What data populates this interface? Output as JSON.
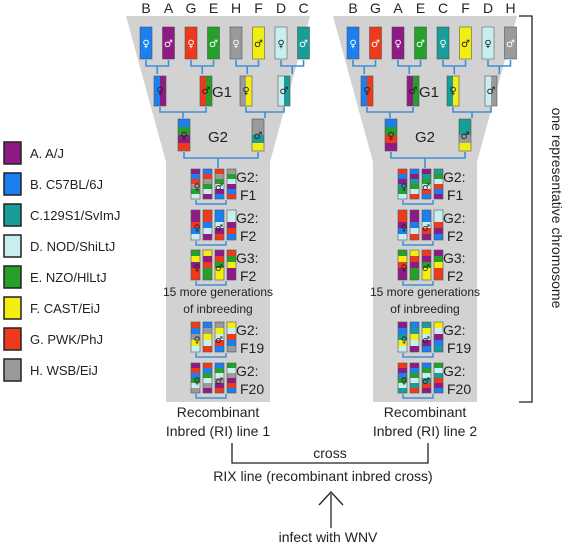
{
  "strains": [
    {
      "letter": "A",
      "name": "A/J",
      "color": "#8e1a86"
    },
    {
      "letter": "B",
      "name": "C57BL/6J",
      "color": "#1c7ff0"
    },
    {
      "letter": "C",
      "name": "129S1/SvImJ",
      "color": "#1a9c98"
    },
    {
      "letter": "D",
      "name": "NOD/ShiLtJ",
      "color": "#c9eef0"
    },
    {
      "letter": "E",
      "name": "NZO/HlLtJ",
      "color": "#25a02a"
    },
    {
      "letter": "F",
      "name": "CAST/EiJ",
      "color": "#f2ee12"
    },
    {
      "letter": "G",
      "name": "PWK/PhJ",
      "color": "#ee3a1c"
    },
    {
      "letter": "H",
      "name": "WSB/EiJ",
      "color": "#9a9a9a"
    }
  ],
  "legend_labels": [
    "A. A/J",
    "B. C57BL/6J",
    "C.129S1/SvImJ",
    "D. NOD/ShiLtJ",
    "E. NZO/HlLtJ",
    "F. CAST/EiJ",
    "G. PWK/PhJ",
    "H. WSB/EiJ"
  ],
  "line1": {
    "founder_order": [
      "B",
      "A",
      "G",
      "E",
      "H",
      "F",
      "D",
      "C"
    ],
    "generations": [
      "G1",
      "G2"
    ],
    "inbred_steps": [
      {
        "gen": "G2:",
        "filial": "F1"
      },
      {
        "gen": "G2:",
        "filial": "F2"
      },
      {
        "gen": "G3:",
        "filial": "F2"
      },
      {
        "gen": "G2:",
        "filial": "F19"
      },
      {
        "gen": "G2:",
        "filial": "F20"
      }
    ],
    "more_generations": [
      "15 more generations",
      "of inbreeding"
    ],
    "title": [
      "Recombinant",
      "Inbred (RI) line 1"
    ]
  },
  "line2": {
    "founder_order": [
      "B",
      "G",
      "A",
      "E",
      "C",
      "F",
      "D",
      "H"
    ],
    "generations": [
      "G1",
      "G2"
    ],
    "inbred_steps": [
      {
        "gen": "G2:",
        "filial": "F1"
      },
      {
        "gen": "G2:",
        "filial": "F2"
      },
      {
        "gen": "G3:",
        "filial": "F2"
      },
      {
        "gen": "G2:",
        "filial": "F19"
      },
      {
        "gen": "G2:",
        "filial": "F20"
      }
    ],
    "more_generations": [
      "15 more generations",
      "of inbreeding"
    ],
    "title": [
      "Recombinant",
      "Inbred (RI) line 2"
    ]
  },
  "sex_symbols": [
    "♀",
    "♂"
  ],
  "cross_label": "cross",
  "rix_label": "RIX line (recombinant inbred cross)",
  "infect_label": "infect with WNV",
  "side_label": "one representative chromosome"
}
